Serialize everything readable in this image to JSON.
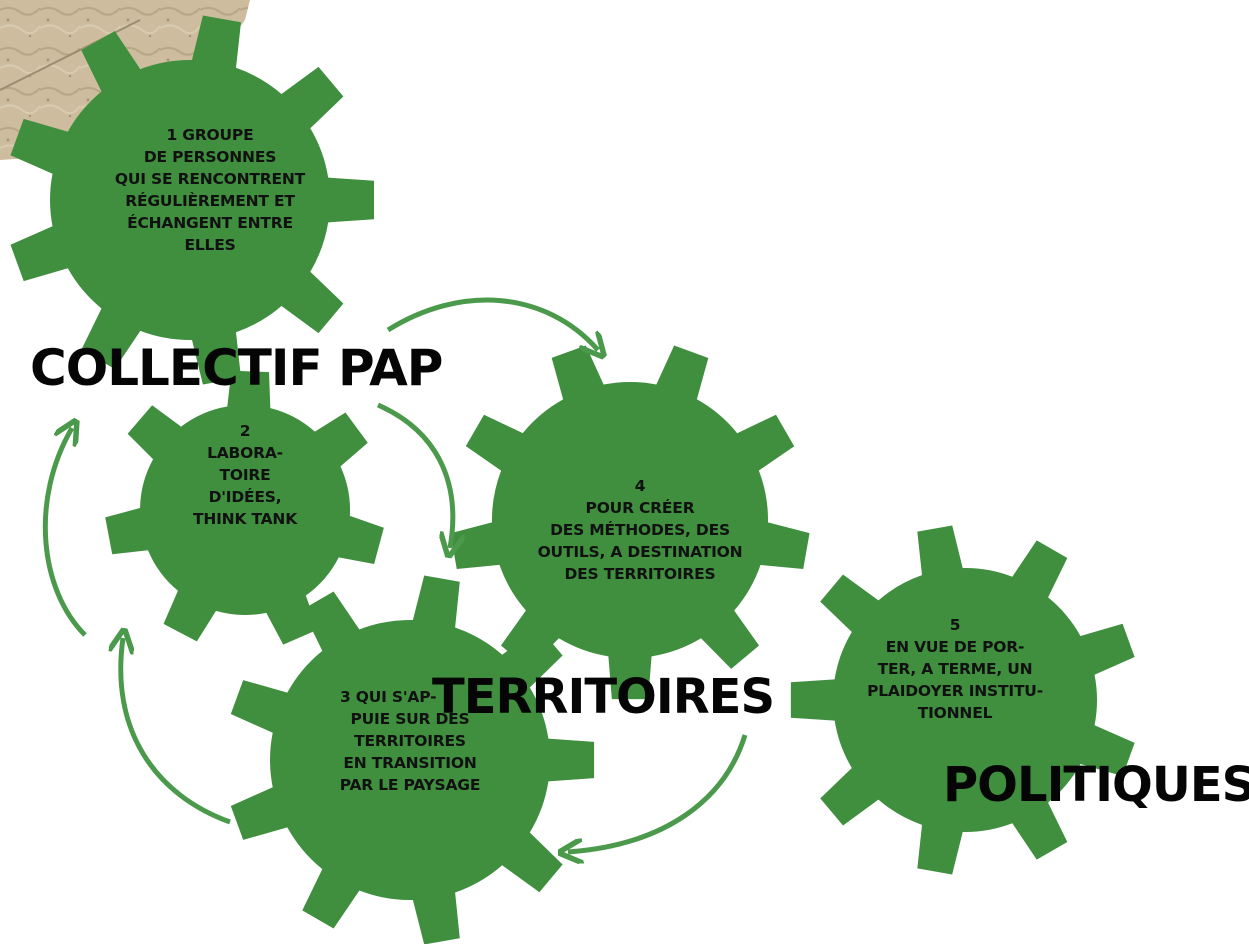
{
  "colors": {
    "gear": "#3f8f3f",
    "arrow": "#4b9a4b",
    "photo": "#c9b99a",
    "text": "#111111"
  },
  "gears": [
    {
      "lines": [
        "1 GROUPE",
        "DE PERSONNES",
        "QUI SE RENCONTRENT",
        "RÉGULIÈREMENT ET",
        "ÉCHANGENT ENTRE",
        "ELLES"
      ]
    },
    {
      "lines": [
        "2",
        "LABORA-",
        "TOIRE",
        "D'IDÉES,",
        "THINK TANK"
      ]
    },
    {
      "lines": [
        "3 QUI S'AP-",
        "PUIE SUR DES",
        "TERRITOIRES",
        "EN TRANSITION",
        "PAR LE PAYSAGE"
      ]
    },
    {
      "lines": [
        "4",
        "POUR CRÉER",
        "DES MÉTHODES, DES",
        "OUTILS, A DESTINATION",
        "DES TERRITOIRES"
      ]
    },
    {
      "lines": [
        "5",
        "EN VUE DE POR-",
        "TER, A TERME, UN",
        "PLAIDOYER INSTITU-",
        "TIONNEL"
      ]
    }
  ],
  "labels": {
    "collectif": "COLLECTIF PAP",
    "territoires": "TERRITOIRES",
    "politiques": "POLITIQUES"
  }
}
